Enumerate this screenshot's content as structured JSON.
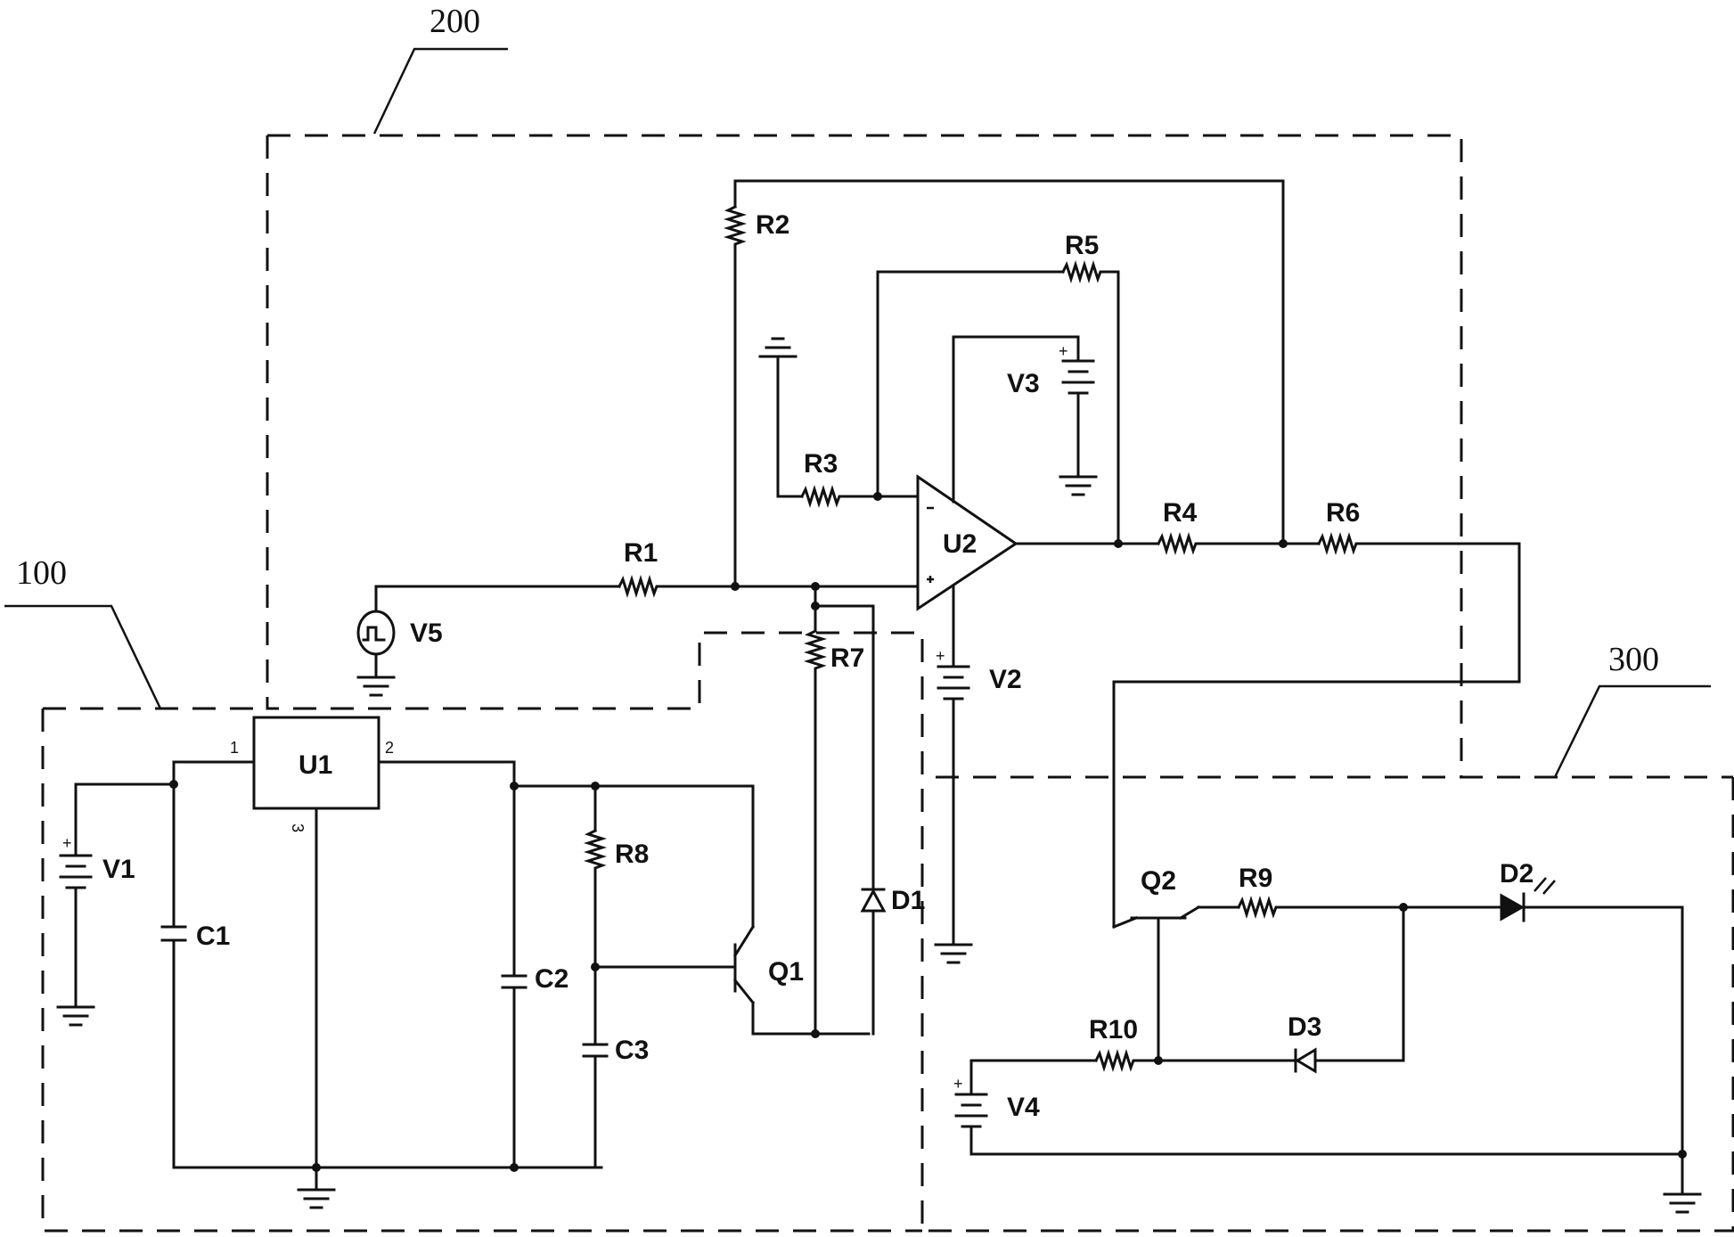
{
  "blocks": {
    "b100": "100",
    "b200": "200",
    "b300": "300"
  },
  "components": {
    "U1": "U1",
    "U2": "U2",
    "R1": "R1",
    "R2": "R2",
    "R3": "R3",
    "R4": "R4",
    "R5": "R5",
    "R6": "R6",
    "R7": "R7",
    "R8": "R8",
    "R9": "R9",
    "R10": "R10",
    "C1": "C1",
    "C2": "C2",
    "C3": "C3",
    "V1": "V1",
    "V2": "V2",
    "V3": "V3",
    "V4": "V4",
    "V5": "V5",
    "D1": "D1",
    "D2": "D2",
    "D3": "D3",
    "Q1": "Q1",
    "Q2": "Q2"
  },
  "u1_pins": {
    "p1": "1",
    "p2": "2",
    "p3": "3"
  }
}
